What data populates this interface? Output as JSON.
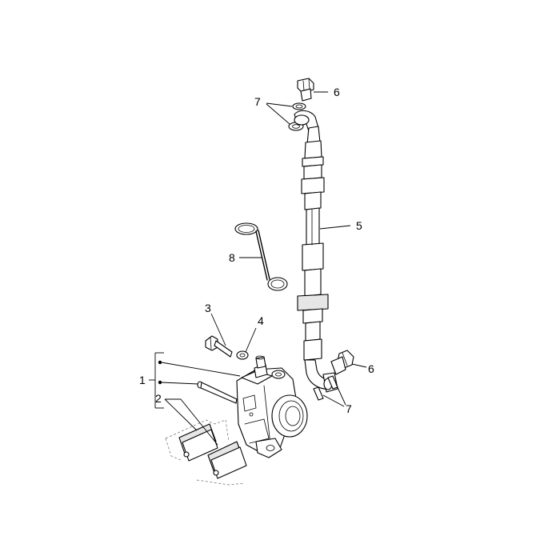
{
  "callouts": {
    "c1": "1",
    "c2": "2",
    "c3": "3",
    "c4": "4",
    "c5": "5",
    "c6_top": "6",
    "c6_bottom": "6",
    "c7_top": "7",
    "c7_bottom": "7",
    "c8": "8"
  },
  "colors": {
    "line": "#000000",
    "background": "#ffffff",
    "dashed": "#666666"
  }
}
